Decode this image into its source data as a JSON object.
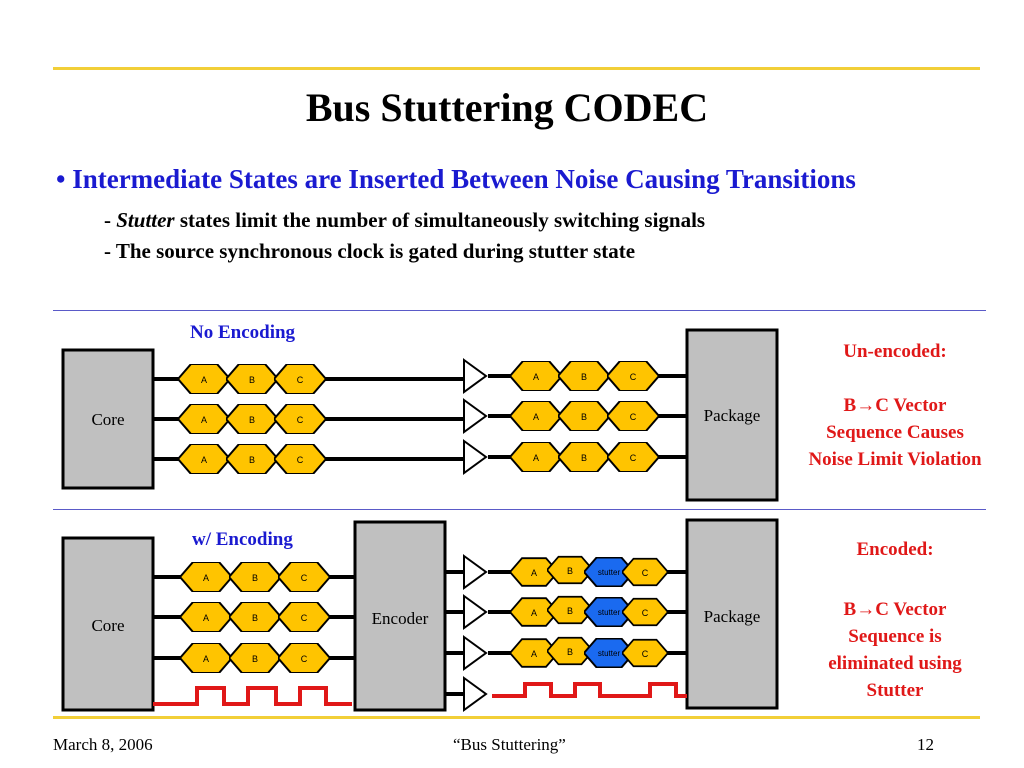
{
  "slide": {
    "title": "Bus Stuttering CODEC",
    "bullet": "Intermediate States are Inserted Between Noise Causing Transitions",
    "bullet_marker": "•",
    "sub1_prefix": "- ",
    "sub1_italic": "Stutter",
    "sub1_rest": " states limit the number of simultaneously switching signals",
    "sub2": "- The source synchronous clock is gated during stutter state"
  },
  "top_section": {
    "label": "No Encoding",
    "core_label": "Core",
    "package_label": "Package",
    "note_line1": "Un-encoded:",
    "note_line2_pre": "B",
    "note_arrow": "→",
    "note_line2_post": "C Vector",
    "note_line3": "Sequence Causes",
    "note_line4": "Noise Limit Violation"
  },
  "bottom_section": {
    "label": "w/ Encoding",
    "core_label": "Core",
    "encoder_label": "Encoder",
    "package_label": "Package",
    "note_line1": "Encoded:",
    "note_line2_pre": "B",
    "note_arrow": "→",
    "note_line2_post": "C Vector",
    "note_line3": "Sequence is",
    "note_line4": "eliminated using",
    "note_line5": "Stutter"
  },
  "states": {
    "a": "A",
    "b": "B",
    "c": "C",
    "stutter": "stutter"
  },
  "colors": {
    "hex_fill": "#ffc400",
    "stutter_fill": "#1a6af0",
    "box_fill": "#c0c0c0",
    "clock": "#e01818",
    "accent_blue": "#1a1ad0",
    "note_red": "#e01818",
    "rule_gold": "#f2cf38"
  },
  "footer": {
    "date": "March 8, 2006",
    "title": "“Bus Stuttering”",
    "page": "12"
  }
}
